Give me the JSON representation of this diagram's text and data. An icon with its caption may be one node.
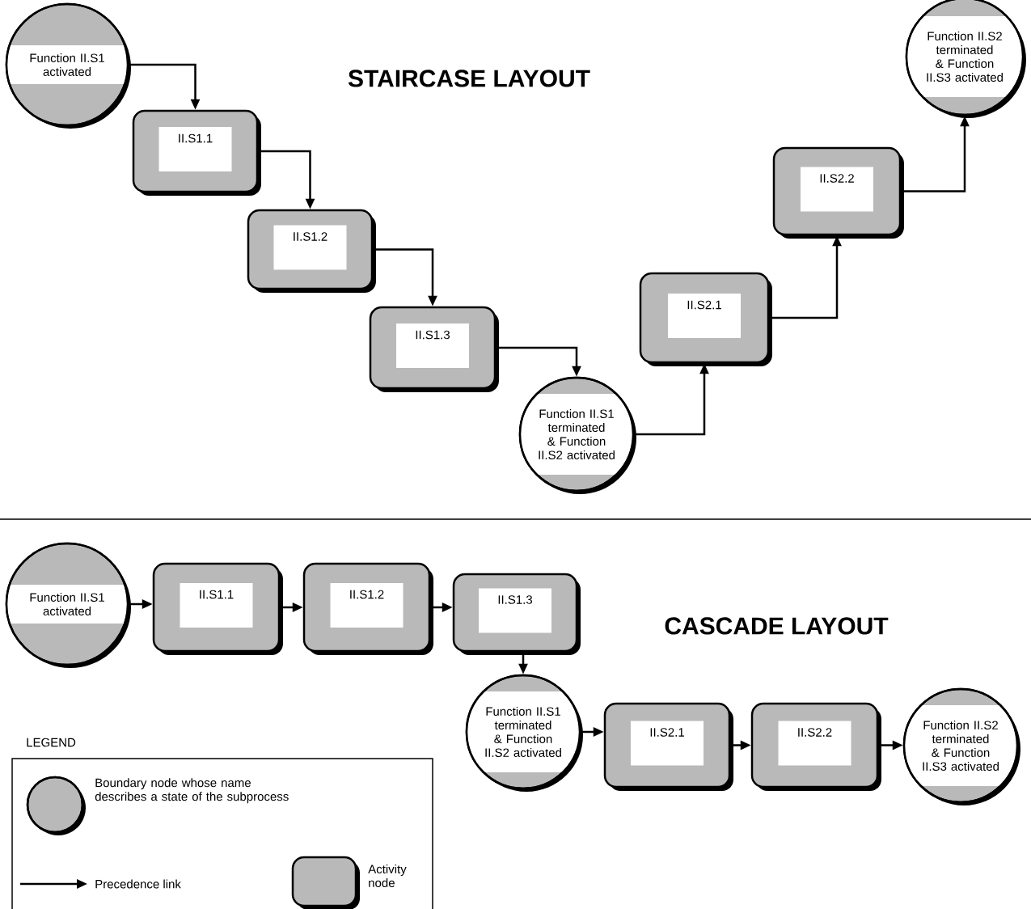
{
  "diagram": {
    "nodes": [
      {
        "text": [
          "Function II.S1 activated"
        ]
      },
      {
        "text": [
          "II.S1.1"
        ]
      },
      {
        "text": [
          "II.S1.2"
        ]
      },
      {
        "text": [
          "II.S1.3"
        ]
      },
      {
        "text": [
          "Function II.S1 terminated & Function II.S2 activated"
        ]
      },
      {
        "text": [
          "II.S2.1"
        ]
      },
      {
        "text": [
          "II.S2.2"
        ]
      },
      {
        "text": [
          "Function II.S2 terminated & Function II.S3 activated"
        ]
      },
      {
        "text": [
          "Function II.S1 activated"
        ]
      },
      {
        "text": [
          "II.S1.1"
        ]
      },
      {
        "text": [
          "II.S1.2"
        ]
      },
      {
        "text": [
          "II.S1.3"
        ]
      },
      {
        "text": [
          "Function II.S1 terminated & Function II.S2 activated"
        ]
      },
      {
        "text": [
          "II.S2.1"
        ]
      },
      {
        "text": [
          "II.S2.2"
        ]
      },
      {
        "text": [
          "Function II.S2 terminated & Function II.S3 activated"
        ]
      }
    ],
    "edges": [
      {
        "from": 0,
        "to": 1,
        "arrow": "to"
      },
      {
        "from": 1,
        "to": 2,
        "arrow": "to"
      },
      {
        "from": 2,
        "to": 3,
        "arrow": "to"
      },
      {
        "from": 3,
        "to": 4,
        "arrow": "to"
      },
      {
        "from": 4,
        "to": 5,
        "arrow": "to"
      },
      {
        "from": 5,
        "to": 6,
        "arrow": "to"
      },
      {
        "from": 6,
        "to": 7,
        "arrow": "to"
      },
      {
        "from": 8,
        "to": 9,
        "arrow": "to"
      },
      {
        "from": 9,
        "to": 10,
        "arrow": "to"
      },
      {
        "from": 10,
        "to": 11,
        "arrow": "to"
      },
      {
        "from": 11,
        "to": 12,
        "arrow": "to"
      },
      {
        "from": 12,
        "to": 13,
        "arrow": "to"
      },
      {
        "from": 13,
        "to": 14,
        "arrow": "to"
      },
      {
        "from": 14,
        "to": 15,
        "arrow": "to"
      }
    ],
    "labels": [
      "STAIRCASE LAYOUT",
      "CASCADE LAYOUT",
      "LEGEND"
    ],
    "legend": [
      {
        "text": "Boundary node whose name describes a state of the subprocess"
      },
      {
        "text": "Precedence link"
      },
      {
        "text": "Activity node"
      }
    ]
  }
}
